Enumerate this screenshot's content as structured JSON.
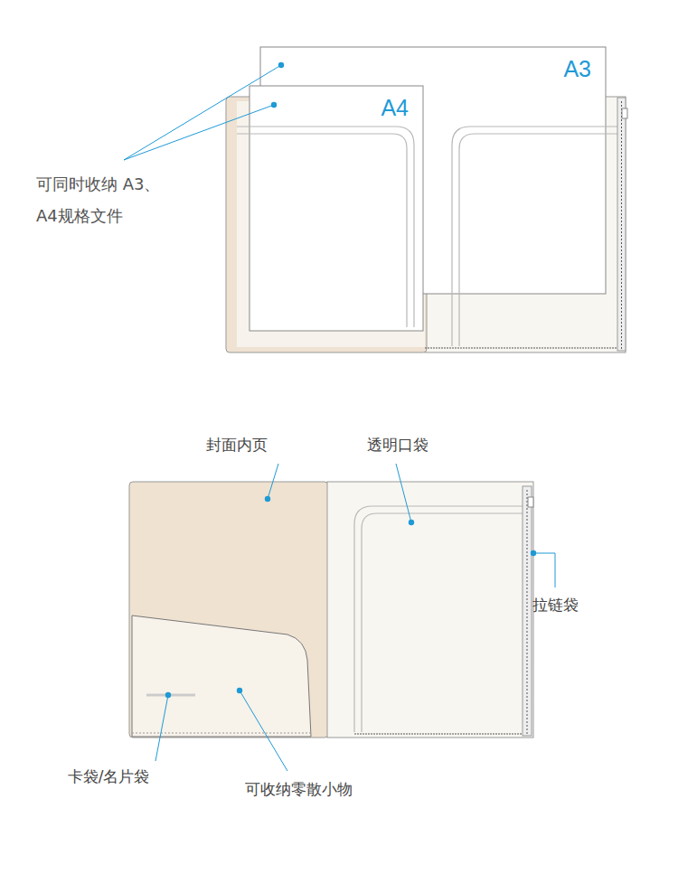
{
  "diagram": {
    "nodes": [
      {
        "text": [
          "A3"
        ]
      },
      {
        "text": [
          "A4"
        ]
      }
    ],
    "labels": [
      "可同时收纳 A3、A4规格文件",
      "封面内页",
      "透明口袋",
      "拉链袋",
      "卡袋/名片袋",
      "可收纳零散小物"
    ]
  }
}
